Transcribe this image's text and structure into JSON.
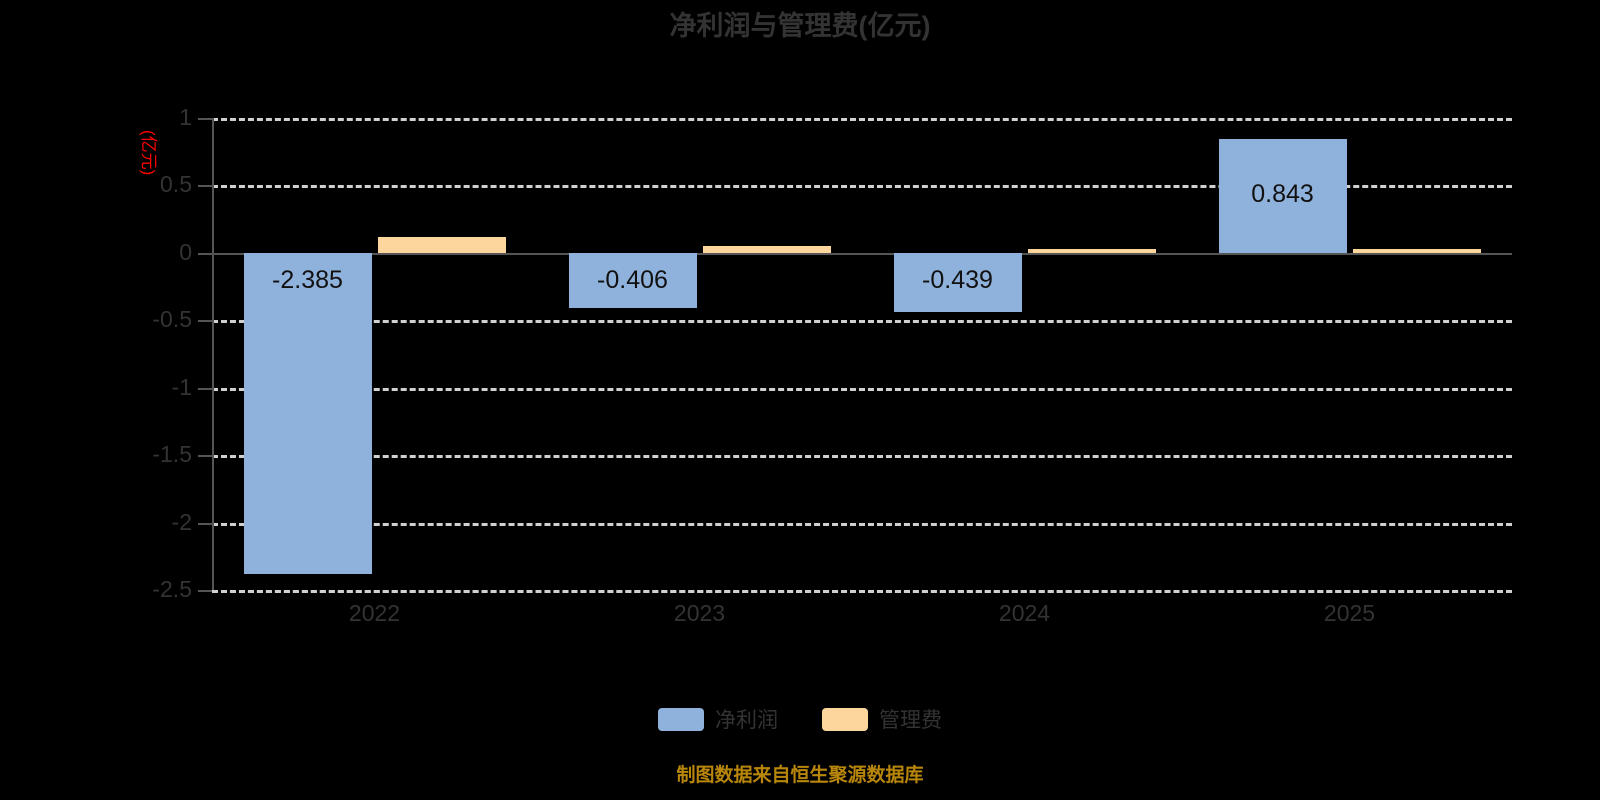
{
  "title": "净利润与管理费(亿元)",
  "y_axis_unit_label": "(亿元)",
  "footer_note": "制图数据来自恒生聚源数据库",
  "legend": {
    "items": [
      {
        "label": "净利润",
        "color": "#8fb2dc"
      },
      {
        "label": "管理费",
        "color": "#fcd69c"
      }
    ]
  },
  "colors": {
    "background": "#000000",
    "title": "#333333",
    "profit_bar": "#8fb2dc",
    "expense_bar": "#fcd69c",
    "gridline": "#d0d0d0",
    "axis": "#555555",
    "unit_label": "#ff0000",
    "footer": "#b8860b",
    "data_label": "#111111"
  },
  "axis": {
    "y_ticks": [
      "1",
      "0.5",
      "0",
      "-0.5",
      "-1",
      "-1.5",
      "-2",
      "-2.5"
    ],
    "x_ticks": [
      "2022",
      "2023",
      "2024",
      "2025"
    ]
  },
  "chart_data": {
    "type": "bar",
    "title": "净利润与管理费(亿元)",
    "xlabel": "",
    "ylabel": "(亿元)",
    "ylim": [
      -2.5,
      1
    ],
    "ytick_values": [
      1,
      0.5,
      0,
      -0.5,
      -1,
      -1.5,
      -2,
      -2.5
    ],
    "grid": true,
    "legend_position": "bottom",
    "categories": [
      "2022",
      "2023",
      "2024",
      "2025"
    ],
    "series": [
      {
        "name": "净利润",
        "color": "#8fb2dc",
        "values": [
          -2.385,
          -0.406,
          -0.439,
          0.843
        ],
        "labels": [
          "-2.385",
          "-0.406",
          "-0.439",
          "0.843"
        ]
      },
      {
        "name": "管理费",
        "color": "#fcd69c",
        "values": [
          0.12,
          0.05,
          0.03,
          0.025
        ],
        "labels": [
          "",
          "",
          "",
          ""
        ]
      }
    ],
    "annotations": [
      "制图数据来自恒生聚源数据库"
    ]
  }
}
